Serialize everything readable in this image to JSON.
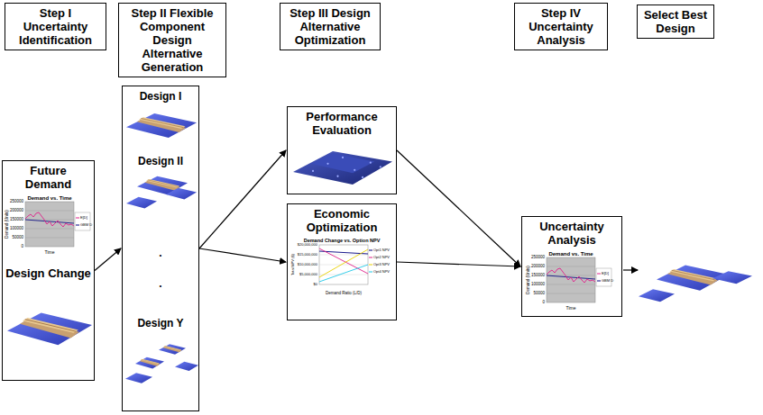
{
  "diagram": {
    "nodes": [
      {
        "text": [
          "Step I Uncertainty Identification"
        ]
      },
      {
        "text": [
          "Step II Flexible Component Design Alternative Generation"
        ]
      },
      {
        "text": [
          "Step III Design Alternative Optimization"
        ]
      },
      {
        "text": [
          "Step IV Uncertainty Analysis"
        ]
      },
      {
        "text": [
          "Select Best Design"
        ]
      },
      {
        "text": [
          "Future Demand",
          "Design Change"
        ]
      },
      {
        "text": [
          "Design I",
          "Design II",
          ".",
          ".",
          "Design Y"
        ]
      },
      {
        "text": [
          "Performance Evaluation"
        ]
      },
      {
        "text": [
          "Economic Optimization"
        ]
      },
      {
        "text": [
          "Uncertainty Analysis"
        ]
      }
    ],
    "edges": [
      {
        "from": 5,
        "to": 6,
        "arrow": "to"
      },
      {
        "from": 6,
        "to": 7,
        "arrow": "to"
      },
      {
        "from": 6,
        "to": 8,
        "arrow": "to"
      },
      {
        "from": 7,
        "to": 9,
        "arrow": "to"
      },
      {
        "from": 8,
        "to": 9,
        "arrow": "to"
      }
    ],
    "labels": [
      "Demand vs. Time",
      "250000",
      "200000",
      "150000",
      "100000",
      "50000",
      "0",
      "Demand (Units)",
      "Time",
      "E[D]",
      "GBM D",
      "Demand Change vs. Option NPV",
      "$20,000,000",
      "$15,000,000",
      "$10,000,000",
      "$5,000,000",
      "$0",
      "Total NPV ($)",
      "Demand Ratio (L/D)",
      "Opt1 NPV",
      "Opt2 NPV",
      "Opt3 NPV",
      "Opt4 NPV",
      "Demand vs. Time",
      "250000",
      "200000",
      "150000",
      "100000",
      "50000",
      "0",
      "Demand (Units)",
      "Time",
      "E[D]",
      "GBM D"
    ]
  }
}
